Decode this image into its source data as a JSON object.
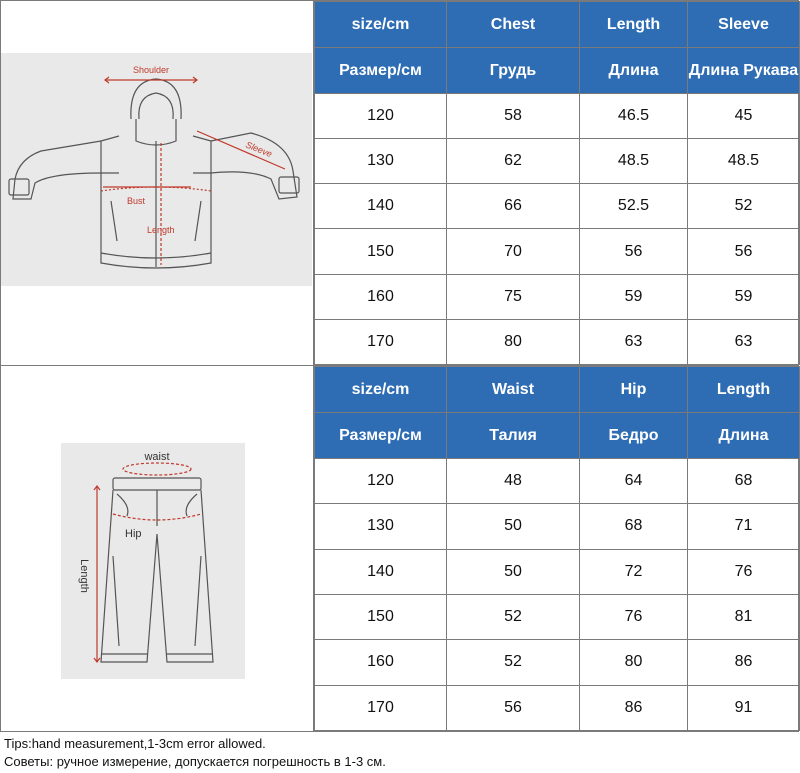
{
  "jacket": {
    "labels": {
      "shoulder": "Shoulder",
      "sleeve": "Sleeve",
      "bust": "Bust",
      "length": "Length"
    },
    "header_en": [
      "size/cm",
      "Chest",
      "Length",
      "Sleeve"
    ],
    "header_ru": [
      "Размер/см",
      "Грудь",
      "Длина",
      "Длина Рукава"
    ],
    "rows": [
      [
        "120",
        "58",
        "46.5",
        "45"
      ],
      [
        "130",
        "62",
        "48.5",
        "48.5"
      ],
      [
        "140",
        "66",
        "52.5",
        "52"
      ],
      [
        "150",
        "70",
        "56",
        "56"
      ],
      [
        "160",
        "75",
        "59",
        "59"
      ],
      [
        "170",
        "80",
        "63",
        "63"
      ]
    ]
  },
  "pants": {
    "labels": {
      "waist": "waist",
      "hip": "Hip",
      "length": "Length"
    },
    "header_en": [
      "size/cm",
      "Waist",
      "Hip",
      "Length"
    ],
    "header_ru": [
      "Размер/см",
      "Талия",
      "Бедро",
      "Длина"
    ],
    "rows": [
      [
        "120",
        "48",
        "64",
        "68"
      ],
      [
        "130",
        "50",
        "68",
        "71"
      ],
      [
        "140",
        "50",
        "72",
        "76"
      ],
      [
        "150",
        "52",
        "76",
        "81"
      ],
      [
        "160",
        "52",
        "80",
        "86"
      ],
      [
        "170",
        "56",
        "86",
        "91"
      ]
    ]
  },
  "tips": {
    "en": "Tips:hand measurement,1-3cm error allowed.",
    "ru": "Советы: ручное измерение, допускается погрешность в 1-3 см."
  },
  "colors": {
    "header_bg": "#2e6db4",
    "header_text": "#ffffff",
    "measure_line": "#c0392b"
  }
}
